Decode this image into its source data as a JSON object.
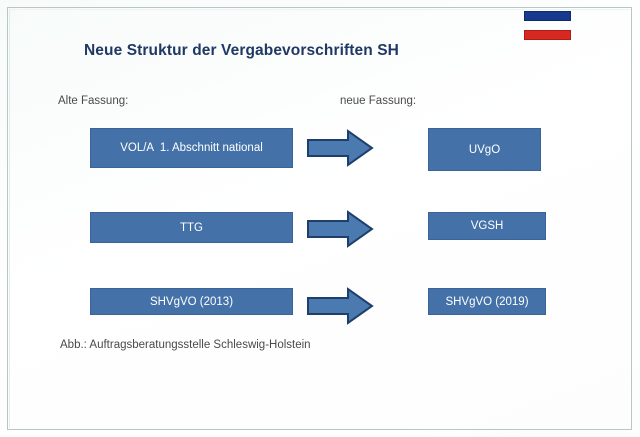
{
  "slide": {
    "title": "Neue Struktur der Vergabevorschriften SH",
    "caption": "Abb.: Auftragsberatungsstelle Schleswig-Holstein",
    "columns": {
      "old_label": "Alte Fassung:",
      "new_label": "neue Fassung:"
    },
    "logo": {
      "name": "schleswig-holstein-flag-bars",
      "bars": [
        {
          "color": "#173a8f",
          "name": "blue-bar"
        },
        {
          "color": "#d72822",
          "name": "red-bar"
        }
      ]
    },
    "rows": [
      {
        "old": "VOL/A  1. Abschnitt national",
        "arrow": "right-arrow",
        "new": "UVgO"
      },
      {
        "old": "TTG",
        "arrow": "right-arrow",
        "new": "VGSH"
      },
      {
        "old": "SHVgVO (2013)",
        "arrow": "right-arrow",
        "new": "SHVgVO (2019)"
      }
    ],
    "colors": {
      "box_fill": "#4472a8",
      "box_border": "#3a639a",
      "box_text": "#ffffff",
      "title_text": "#1f3864",
      "body_text": "#4a4a4a",
      "arrow_fill": "#4a7ab0",
      "arrow_stroke": "#1f3f6b"
    }
  }
}
